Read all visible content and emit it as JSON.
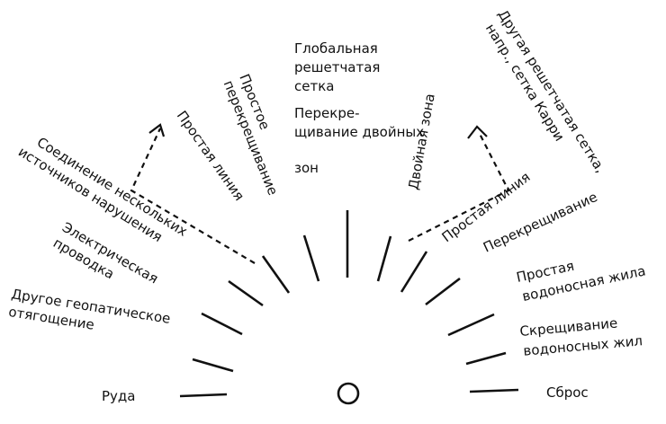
{
  "labels": {
    "ore": "Руда",
    "other_load_1": "Другое геопатическое",
    "other_load_2": "отягощение",
    "wiring_1": "Электрическая",
    "wiring_2": "проводка",
    "multi_1": "Соединение нескольких",
    "multi_2": "источников нарушения",
    "simple_line_left": "Простая линия",
    "simple_cross_1": "Простое",
    "simple_cross_2": "перекрещивание",
    "global_1": "Глобальная",
    "global_2": "решетчатая",
    "global_3": "сетка",
    "double_cross_1": "Перекре-",
    "double_cross_2": "щивание двойных",
    "double_cross_3": "зон",
    "double_zone": "Двойная зона",
    "other_grid_1": "Другая решетчатая сетка,",
    "other_grid_2": "напр., сетка Карри",
    "simple_line_right": "Простая линия",
    "crossing": "Перекрещивание",
    "simple_vein_1": "Простая",
    "simple_vein_2": "водоносная жила",
    "vein_cross_1": "Скрещивание",
    "vein_cross_2": "водоносных жил",
    "fault": "Сброс"
  }
}
